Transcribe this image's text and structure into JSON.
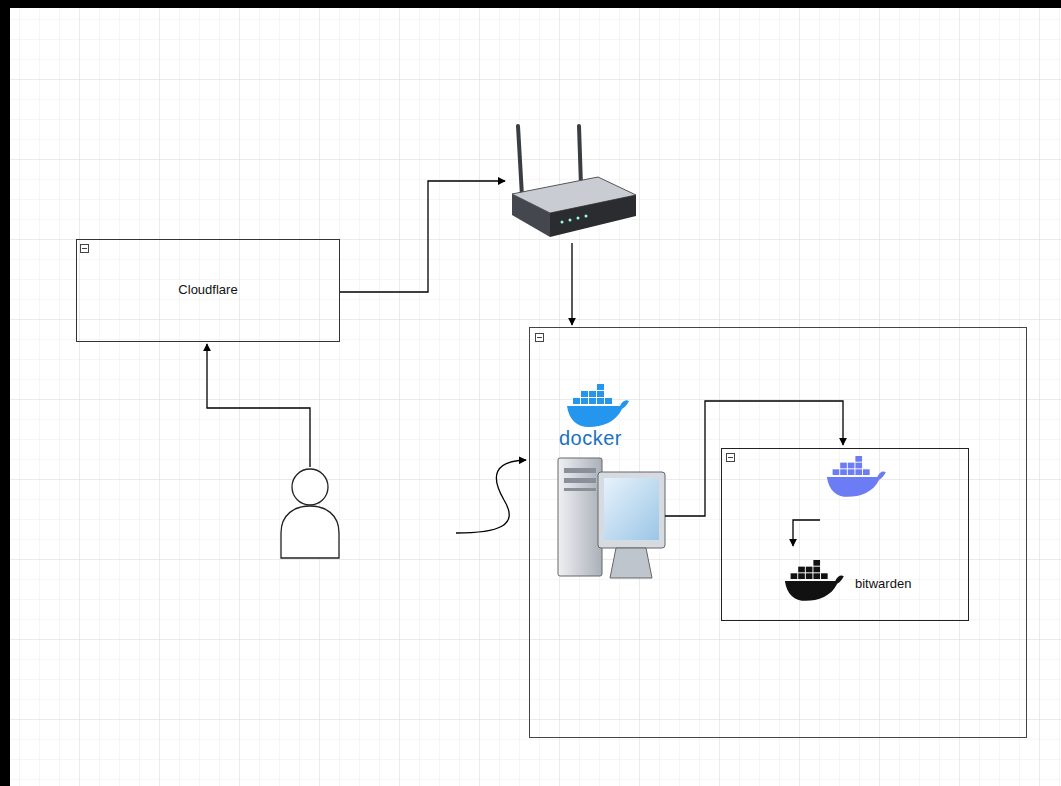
{
  "diagram": {
    "nodes": [
      {
        "text": [
          "Cloudflare"
        ]
      },
      {
        "text": [
          "docker"
        ]
      },
      {
        "text": [
          "bitwarden"
        ],
        "in": 1
      }
    ]
  }
}
